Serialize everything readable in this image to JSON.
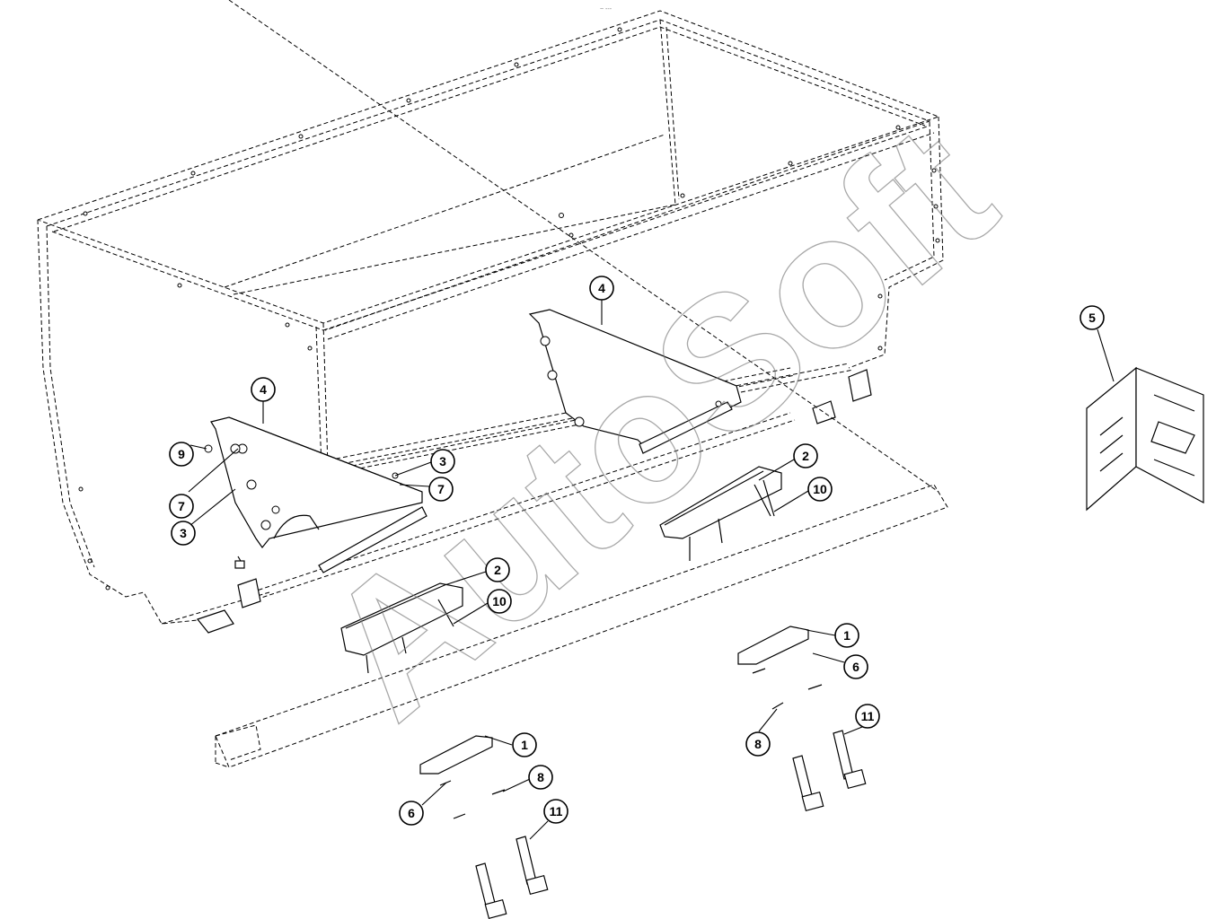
{
  "header_mark": "~ ---",
  "watermark": "AutoSoft",
  "callouts": [
    {
      "id": "c4a",
      "label": "4"
    },
    {
      "id": "c4b",
      "label": "4"
    },
    {
      "id": "c5",
      "label": "5"
    },
    {
      "id": "c9",
      "label": "9"
    },
    {
      "id": "c7a",
      "label": "7"
    },
    {
      "id": "c3a",
      "label": "3"
    },
    {
      "id": "c3b",
      "label": "3"
    },
    {
      "id": "c7b",
      "label": "7"
    },
    {
      "id": "c2a",
      "label": "2"
    },
    {
      "id": "c10a",
      "label": "10"
    },
    {
      "id": "c2b",
      "label": "2"
    },
    {
      "id": "c10b",
      "label": "10"
    },
    {
      "id": "c1a",
      "label": "1"
    },
    {
      "id": "c6a",
      "label": "6"
    },
    {
      "id": "c11a",
      "label": "11"
    },
    {
      "id": "c8a",
      "label": "8"
    },
    {
      "id": "c1b",
      "label": "1"
    },
    {
      "id": "c6b",
      "label": "6"
    },
    {
      "id": "c8b",
      "label": "8"
    },
    {
      "id": "c11b",
      "label": "11"
    }
  ]
}
